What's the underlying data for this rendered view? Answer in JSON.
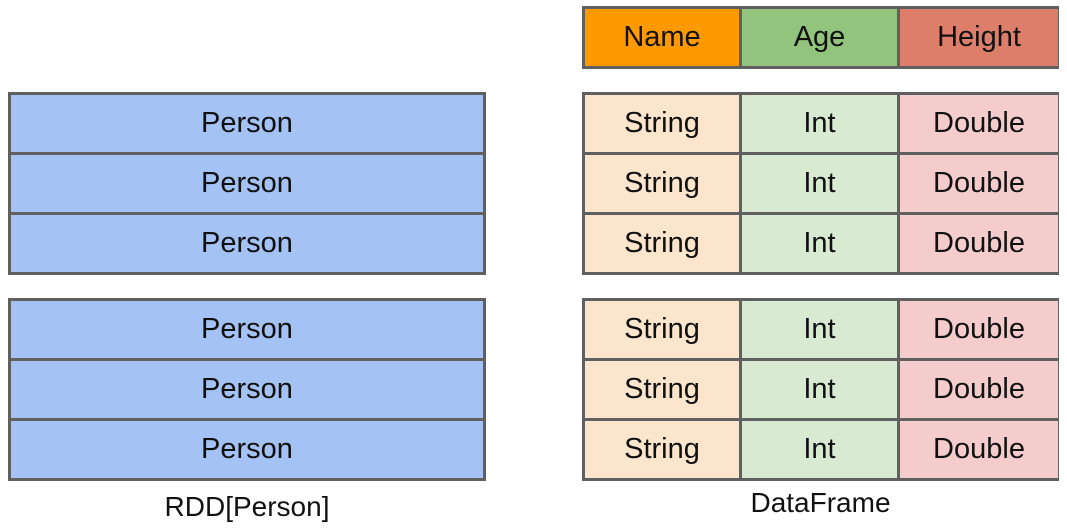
{
  "rdd": {
    "caption": "RDD[Person]",
    "groups": [
      {
        "rows": [
          "Person",
          "Person",
          "Person"
        ]
      },
      {
        "rows": [
          "Person",
          "Person",
          "Person"
        ]
      }
    ],
    "row_color": "#a4c2f4"
  },
  "dataframe": {
    "caption": "DataFrame",
    "header": [
      {
        "label": "Name",
        "color": "#ff9900"
      },
      {
        "label": "Age",
        "color": "#93c47d"
      },
      {
        "label": "Height",
        "color": "#dd7e6b"
      }
    ],
    "column_fill_colors": [
      "#fce5cd",
      "#d9ead3",
      "#f4cccc"
    ],
    "groups": [
      {
        "rows": [
          [
            "String",
            "Int",
            "Double"
          ],
          [
            "String",
            "Int",
            "Double"
          ],
          [
            "String",
            "Int",
            "Double"
          ]
        ]
      },
      {
        "rows": [
          [
            "String",
            "Int",
            "Double"
          ],
          [
            "String",
            "Int",
            "Double"
          ],
          [
            "String",
            "Int",
            "Double"
          ]
        ]
      }
    ]
  },
  "border_color": "#606060"
}
